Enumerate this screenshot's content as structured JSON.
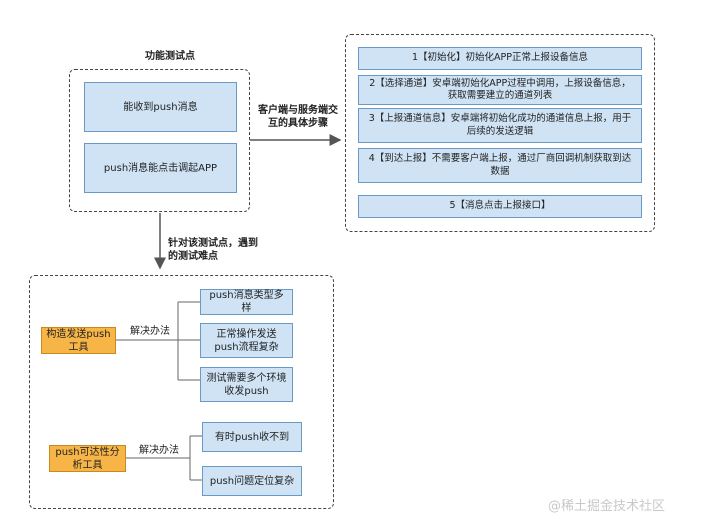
{
  "test_points": {
    "title": "功能测试点",
    "items": [
      "能收到push消息",
      "push消息能点击调起APP"
    ]
  },
  "arrow_right_label": "客户端与服务端交互的具体步骤",
  "steps": [
    "1【初始化】初始化APP正常上报设备信息",
    "2【选择通道】安卓端初始化APP过程中调用，上报设备信息，获取需要建立的通道列表",
    "3【上报通道信息】安卓端将初始化成功的通道信息上报，用于后续的发送逻辑",
    "4【到达上报】不需要客户端上报，通过厂商回调机制获取到达数据",
    "5【消息点击上报接口】"
  ],
  "arrow_down_label": "针对该测试点，遇到的测试难点",
  "solution_groups": [
    {
      "tool": "构造发送push工具",
      "label": "解决办法",
      "problems": [
        "push消息类型多样",
        "正常操作发送push流程复杂",
        "测试需要多个环境收发push"
      ]
    },
    {
      "tool": "push可达性分析工具",
      "label": "解决办法",
      "problems": [
        "有时push收不到",
        "push问题定位复杂"
      ]
    }
  ],
  "watermark": "@稀土掘金技术社区"
}
